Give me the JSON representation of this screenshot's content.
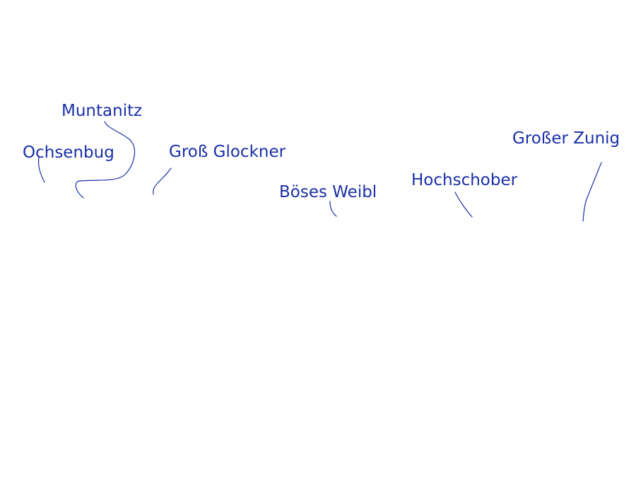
{
  "ink_color": "#1a2fa8",
  "peaks": [
    {
      "id": "muntanitz",
      "label": "Muntanitz"
    },
    {
      "id": "ochsenbug",
      "label": "Ochsenbug"
    },
    {
      "id": "gross-glockner",
      "label": "Groß Glockner"
    },
    {
      "id": "boeses-weibl",
      "label": "Böses Weibl"
    },
    {
      "id": "hochschober",
      "label": "Hochschober"
    },
    {
      "id": "grosser-zunig",
      "label": "Großer Zunig"
    }
  ]
}
